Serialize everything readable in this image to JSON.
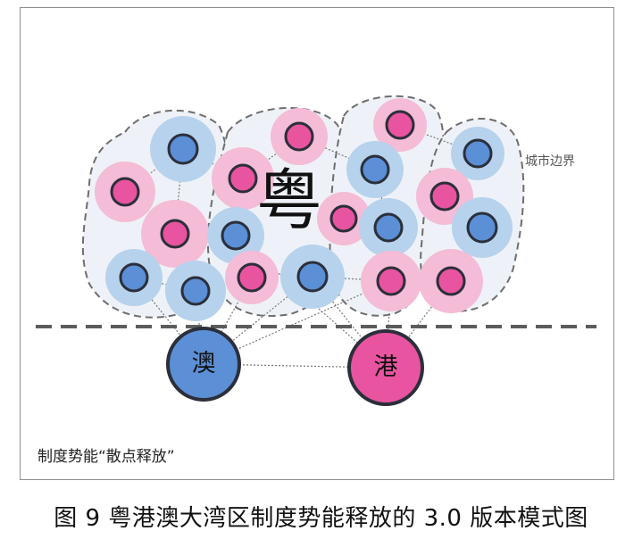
{
  "diagram": {
    "city_boundary_label": "城市边界",
    "region_label": "粤",
    "macau_label": "澳",
    "hongkong_label": "港",
    "frame_caption": "制度势能“散点释放”",
    "figure_title": "图 9 粤港澳大湾区制度势能释放的 3.0 版本模式图"
  },
  "colors": {
    "blue_fill": "#5b8fd6",
    "blue_halo": "#b7d2ec",
    "pink_fill": "#e8549f",
    "pink_halo": "#f4bcd6",
    "cluster_fill": "#eef2f8",
    "dash": "#5c5c5c"
  }
}
